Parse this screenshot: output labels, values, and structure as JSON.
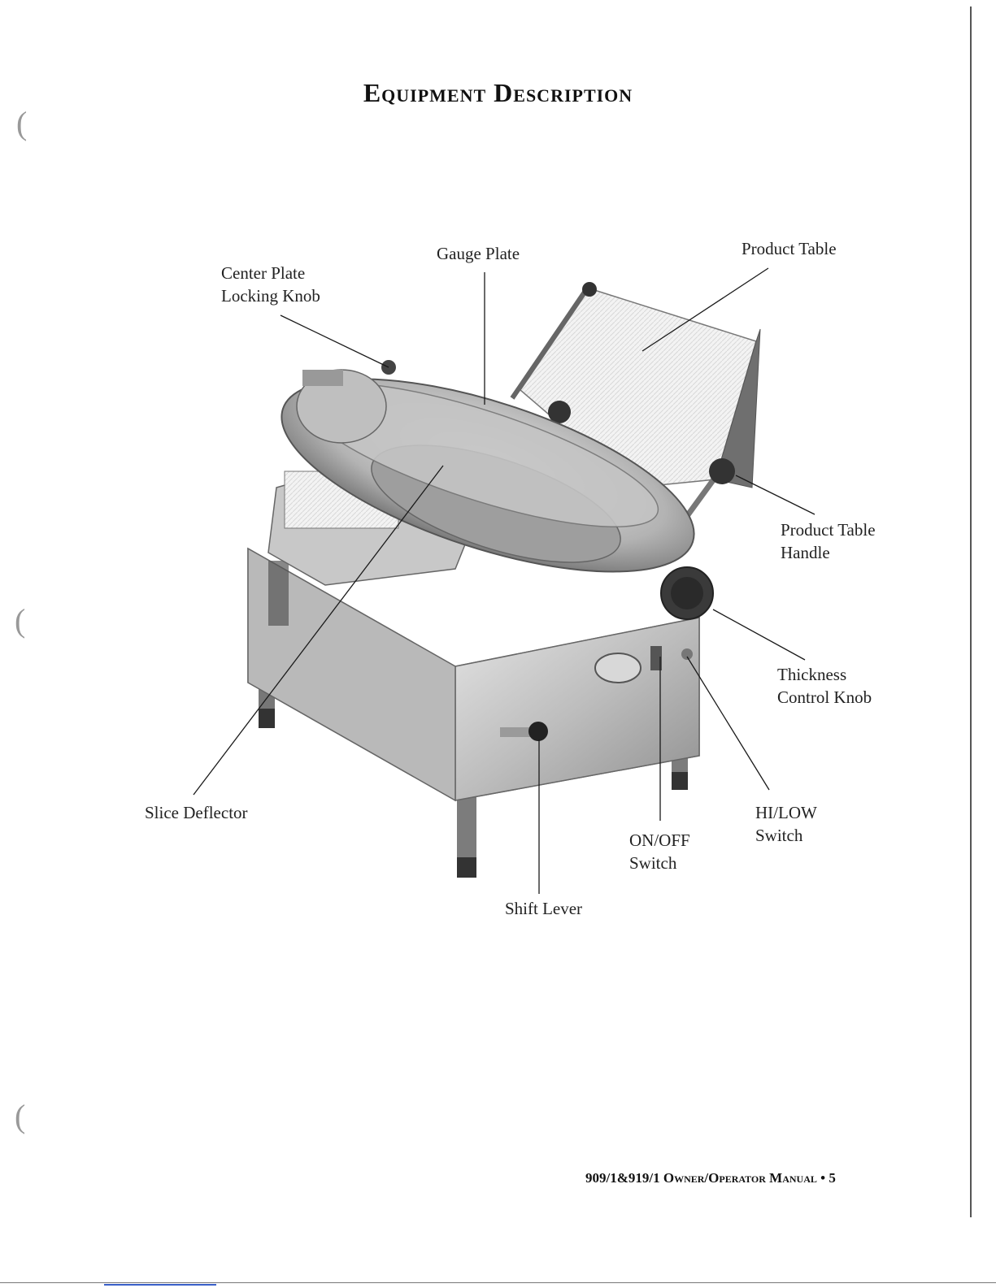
{
  "page": {
    "title": "Equipment Description",
    "footer": {
      "model": "909/1&919/1",
      "manual": "Owner/Operator Manual",
      "bullet": "•",
      "page_number": "5"
    }
  },
  "diagram": {
    "labels": {
      "center_plate_locking_knob": [
        "Center Plate",
        "Locking Knob"
      ],
      "gauge_plate": [
        "Gauge Plate"
      ],
      "product_table": [
        "Product Table"
      ],
      "product_table_handle": [
        "Product Table",
        "Handle"
      ],
      "thickness_control_knob": [
        "Thickness",
        "Control Knob"
      ],
      "hi_low_switch": [
        "HI/LOW",
        "Switch"
      ],
      "on_off_switch": [
        "ON/OFF",
        "Switch"
      ],
      "shift_lever": [
        "Shift Lever"
      ],
      "slice_deflector": [
        "Slice Deflector"
      ]
    }
  }
}
